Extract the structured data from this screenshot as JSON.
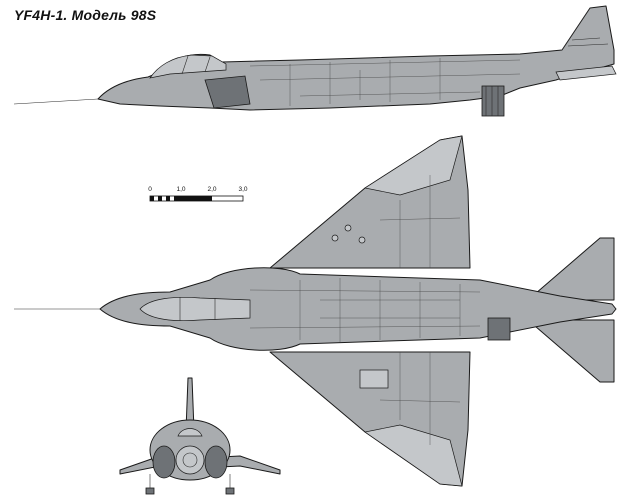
{
  "title": "YF4H-1. Модель 98S",
  "scale_bar": {
    "labels": [
      "0",
      "1,0",
      "2,0",
      "3,0"
    ]
  },
  "colors": {
    "aircraft_fill": "#a9acaf",
    "outline": "#1a1a1a",
    "background": "#ffffff"
  }
}
